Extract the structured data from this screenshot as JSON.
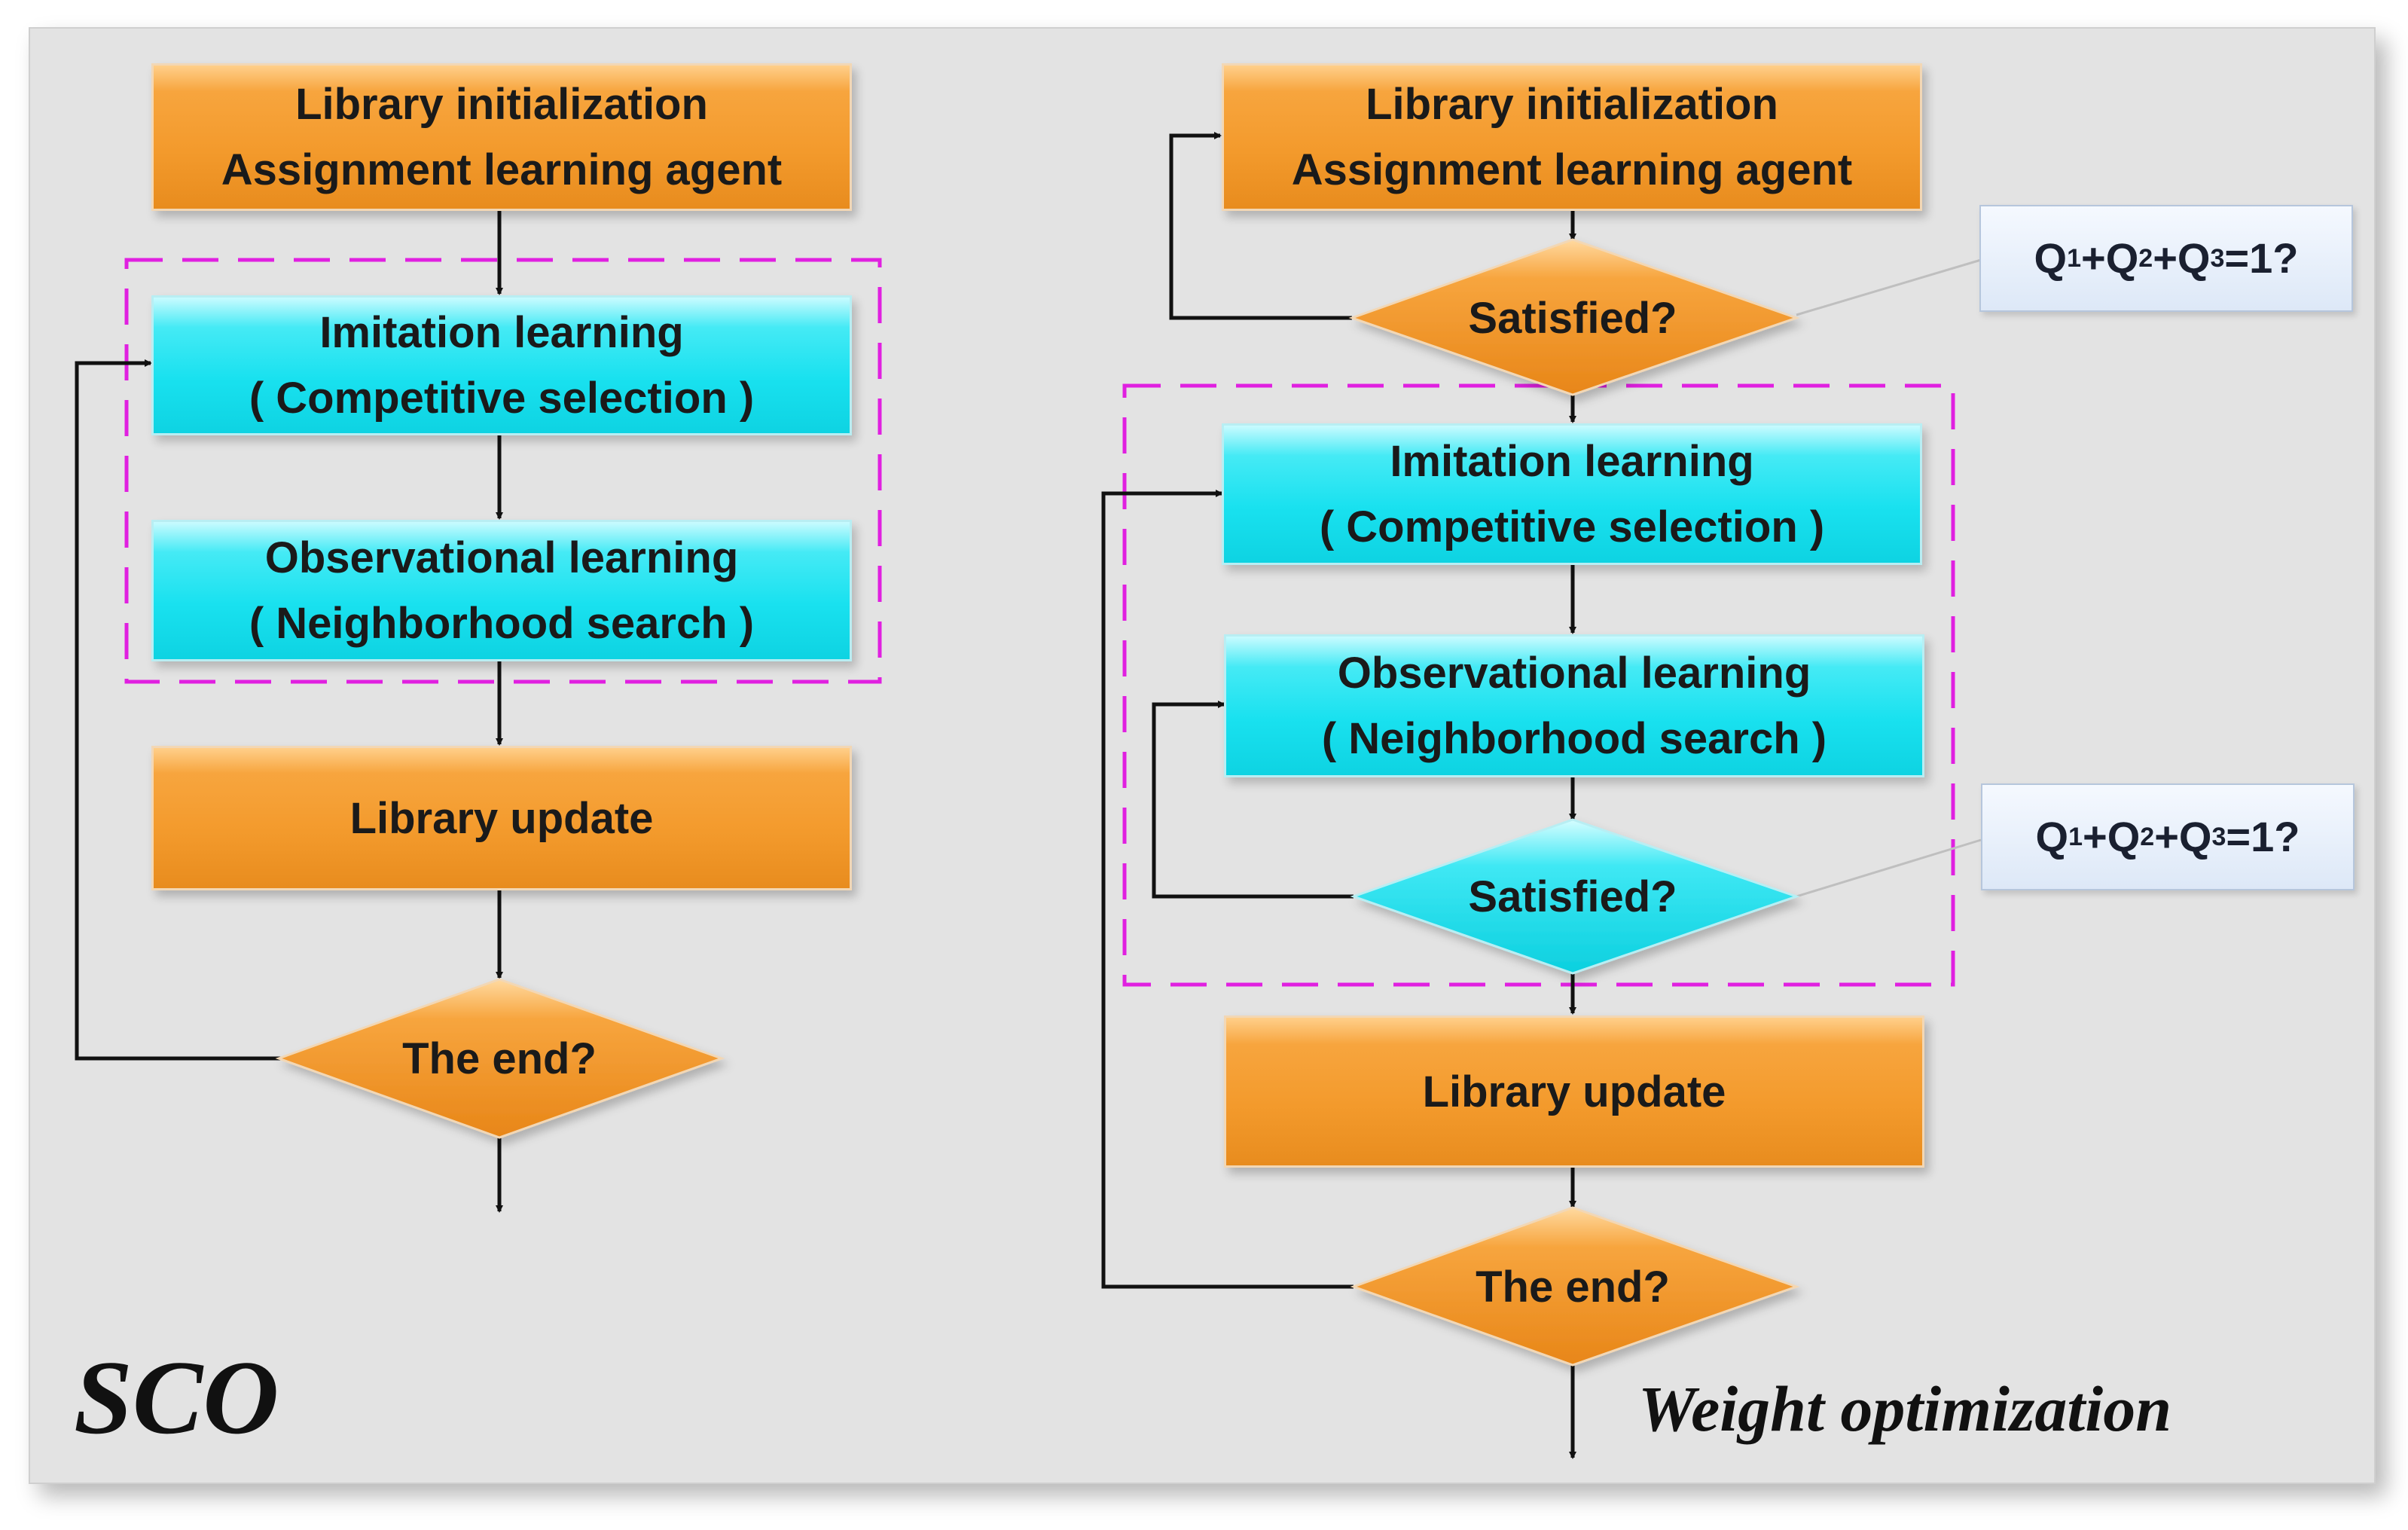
{
  "left": {
    "init": [
      "Library initialization",
      "Assignment learning agent"
    ],
    "imitation": [
      "Imitation learning",
      "( Competitive selection )"
    ],
    "observational": [
      "Observational learning",
      "( Neighborhood search )"
    ],
    "update": "Library update",
    "end": "The end?",
    "caption": "SCO"
  },
  "right": {
    "init": [
      "Library initialization",
      "Assignment learning agent"
    ],
    "satisfied_top": "Satisfied?",
    "note_top": {
      "q1": "Q",
      "s1": "1",
      "q2": "+Q",
      "s2": "2",
      "q3": "+Q",
      "s3": "3",
      "tail": "=1?"
    },
    "imitation": [
      "Imitation learning",
      "( Competitive selection )"
    ],
    "observational": [
      "Observational learning",
      "( Neighborhood search )"
    ],
    "satisfied_bottom": "Satisfied?",
    "note_bottom": {
      "q1": "Q",
      "s1": "1",
      "q2": "+Q",
      "s2": "2",
      "q3": "+Q",
      "s3": "3",
      "tail": "=1?"
    },
    "update": "Library update",
    "end": "The end?",
    "caption": "Weight optimization"
  },
  "colors": {
    "orange": "#f39a2c",
    "cyan": "#19e1ef",
    "dashed_border": "#e020e0",
    "arrow": "#111111",
    "background": "#e3e3e3"
  }
}
